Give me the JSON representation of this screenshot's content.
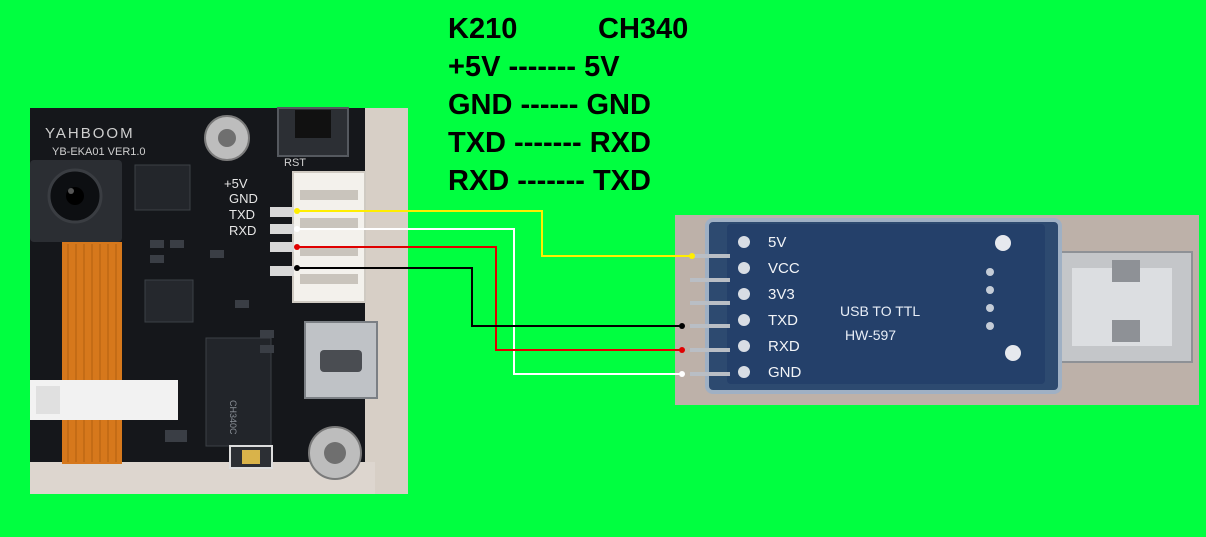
{
  "legend": {
    "header": {
      "left": "K210",
      "right": "CH340"
    },
    "rows": [
      {
        "text": "+5V ------- 5V"
      },
      {
        "text": "GND ------ GND"
      },
      {
        "text": "TXD ------- RXD"
      },
      {
        "text": "RXD ------- TXD"
      }
    ]
  },
  "k210_board": {
    "brand": "YAHBOOM",
    "model": "YB-EKA01 VER1.0",
    "rst_label": "RST",
    "pins": [
      "+5V",
      "GND",
      "TXD",
      "RXD"
    ],
    "chip_label": "CH340C"
  },
  "usb_module": {
    "silkscreen_line1": "USB TO TTL",
    "silkscreen_line2": "HW-597",
    "pins": [
      "5V",
      "VCC",
      "3V3",
      "TXD",
      "RXD",
      "GND"
    ]
  },
  "wire_colors": {
    "yellow": "#ffee00",
    "white": "#ffffff",
    "red": "#e00000",
    "black": "#000000"
  },
  "colors": {
    "background": "#00ff40"
  }
}
